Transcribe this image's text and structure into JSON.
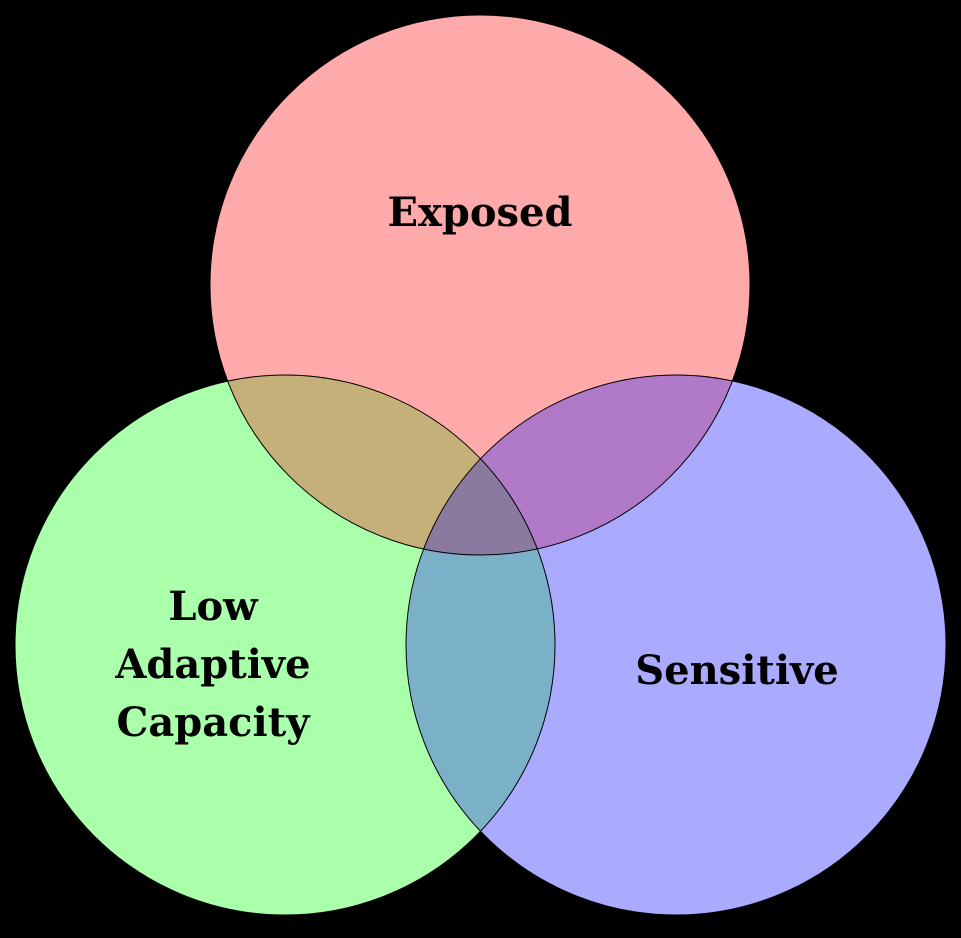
{
  "diagram": {
    "type": "venn",
    "sets": [
      {
        "id": "exposed",
        "label_lines": [
          "Exposed"
        ],
        "color": "#ffaaaa"
      },
      {
        "id": "low-adaptive-capacity",
        "label_lines": [
          "Low",
          "Adaptive",
          "Capacity"
        ],
        "color": "#aaffaa"
      },
      {
        "id": "sensitive",
        "label_lines": [
          "Sensitive"
        ],
        "color": "#aaaaff"
      }
    ],
    "overlap_colors": {
      "exposed_low": "#c6b07a",
      "exposed_sensitive": "#b07ac8",
      "low_sensitive": "#7ab0c8",
      "all": "#8a7aa0"
    },
    "background": "#000000"
  }
}
